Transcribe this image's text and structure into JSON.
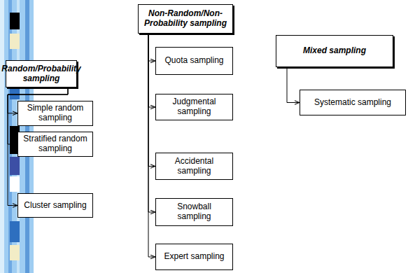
{
  "diagram": {
    "nodes": [
      {
        "text": [
          "Random/Probability sampling"
        ]
      },
      {
        "text": [
          "Simple random sampling"
        ]
      },
      {
        "text": [
          "Stratified random sampling"
        ]
      },
      {
        "text": [
          "Cluster sampling"
        ]
      },
      {
        "text": [
          "Non-Random/Non-Probability sampling"
        ]
      },
      {
        "text": [
          "Quota sampling"
        ]
      },
      {
        "text": [
          "Judgmental sampling"
        ]
      },
      {
        "text": [
          "Accidental sampling"
        ]
      },
      {
        "text": [
          "Snowball sampling"
        ]
      },
      {
        "text": [
          "Expert sampling"
        ]
      },
      {
        "text": [
          "Mixed sampling"
        ]
      },
      {
        "text": [
          "Systematic sampling"
        ]
      }
    ],
    "edges": [
      {
        "from": 0,
        "to": 1,
        "arrow": "to"
      },
      {
        "from": 0,
        "to": 2,
        "arrow": "to"
      },
      {
        "from": 0,
        "to": 3,
        "arrow": "to"
      },
      {
        "from": 4,
        "to": 5,
        "arrow": "to"
      },
      {
        "from": 4,
        "to": 6,
        "arrow": "to"
      },
      {
        "from": 4,
        "to": 7,
        "arrow": "to"
      },
      {
        "from": 4,
        "to": 8,
        "arrow": "to"
      },
      {
        "from": 4,
        "to": 9,
        "arrow": "to"
      },
      {
        "from": 10,
        "to": 11,
        "arrow": "to"
      }
    ]
  }
}
